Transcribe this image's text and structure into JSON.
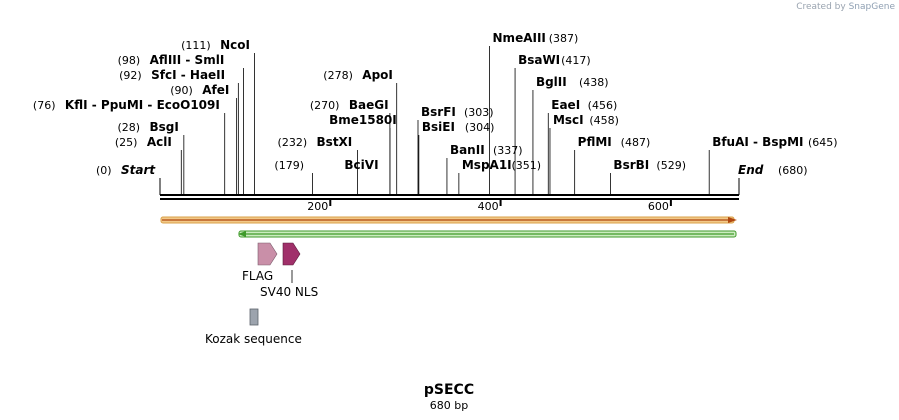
{
  "credit": {
    "prefix": "Created by",
    "brand": "SnapGene"
  },
  "plasmid": {
    "name": "pSECC",
    "length_label": "680 bp",
    "length": 680
  },
  "ends": {
    "start": {
      "label": "Start",
      "pos_label": "(0)",
      "pos": 0
    },
    "end": {
      "label": "End",
      "pos_label": "(680)",
      "pos": 680
    }
  },
  "scale": {
    "ticks": [
      {
        "value": 200,
        "label": "200"
      },
      {
        "value": 400,
        "label": "400"
      },
      {
        "value": 600,
        "label": "600"
      }
    ]
  },
  "enzymes": [
    {
      "name": "AclI",
      "pos_label": "(25)",
      "pos": 25
    },
    {
      "name": "BsgI",
      "pos_label": "(28)",
      "pos": 28
    },
    {
      "name": "KflI - PpuMI - EcoO109I",
      "pos_label": "(76)",
      "pos": 76
    },
    {
      "name": "AfeI",
      "pos_label": "(90)",
      "pos": 90
    },
    {
      "name": "SfcI - HaeII",
      "pos_label": "(92)",
      "pos": 92
    },
    {
      "name": "AflIII - SmlI",
      "pos_label": "(98)",
      "pos": 98
    },
    {
      "name": "NcoI",
      "pos_label": "(111)",
      "pos": 111
    },
    {
      "name": "BciVI",
      "pos_label": "(179)",
      "pos": 179
    },
    {
      "name": "BstXI",
      "pos_label": "(232)",
      "pos": 232
    },
    {
      "name": "Bme1580I",
      "pos_label": "",
      "pos": 270
    },
    {
      "name": "BaeGI",
      "pos_label": "(270)",
      "pos": 270
    },
    {
      "name": "ApoI",
      "pos_label": "(278)",
      "pos": 278
    },
    {
      "name": "BsrFI",
      "pos_label": "(303)",
      "pos": 303
    },
    {
      "name": "BsiEI",
      "pos_label": "(304)",
      "pos": 304
    },
    {
      "name": "BanII",
      "pos_label": "(337)",
      "pos": 337
    },
    {
      "name": "MspA1I",
      "pos_label": "(351)",
      "pos": 351
    },
    {
      "name": "NmeAIII",
      "pos_label": "(387)",
      "pos": 387
    },
    {
      "name": "BsaWI",
      "pos_label": "(417)",
      "pos": 417
    },
    {
      "name": "BglII",
      "pos_label": "(438)",
      "pos": 438
    },
    {
      "name": "EaeI",
      "pos_label": "(456)",
      "pos": 456
    },
    {
      "name": "MscI",
      "pos_label": "(458)",
      "pos": 458
    },
    {
      "name": "PflMI",
      "pos_label": "(487)",
      "pos": 487
    },
    {
      "name": "BsrBI",
      "pos_label": "(529)",
      "pos": 529
    },
    {
      "name": "BfuAI - BspMI",
      "pos_label": "(645)",
      "pos": 645
    }
  ],
  "features": [
    {
      "name": "FLAG",
      "color": "#c98fa8"
    },
    {
      "name": "SV40 NLS",
      "color": "#a0306a"
    },
    {
      "name": "Kozak sequence",
      "color": "#9ca3ad"
    }
  ],
  "tracks": [
    {
      "type": "orf-forward",
      "color": "#f2c888",
      "edge": "#d9a24a",
      "arrow": "#b0480f"
    },
    {
      "type": "orf-forward-partial",
      "color": "#ccecc0",
      "edge": "#3f9a2b",
      "arrow": "#3f9a2b"
    }
  ]
}
